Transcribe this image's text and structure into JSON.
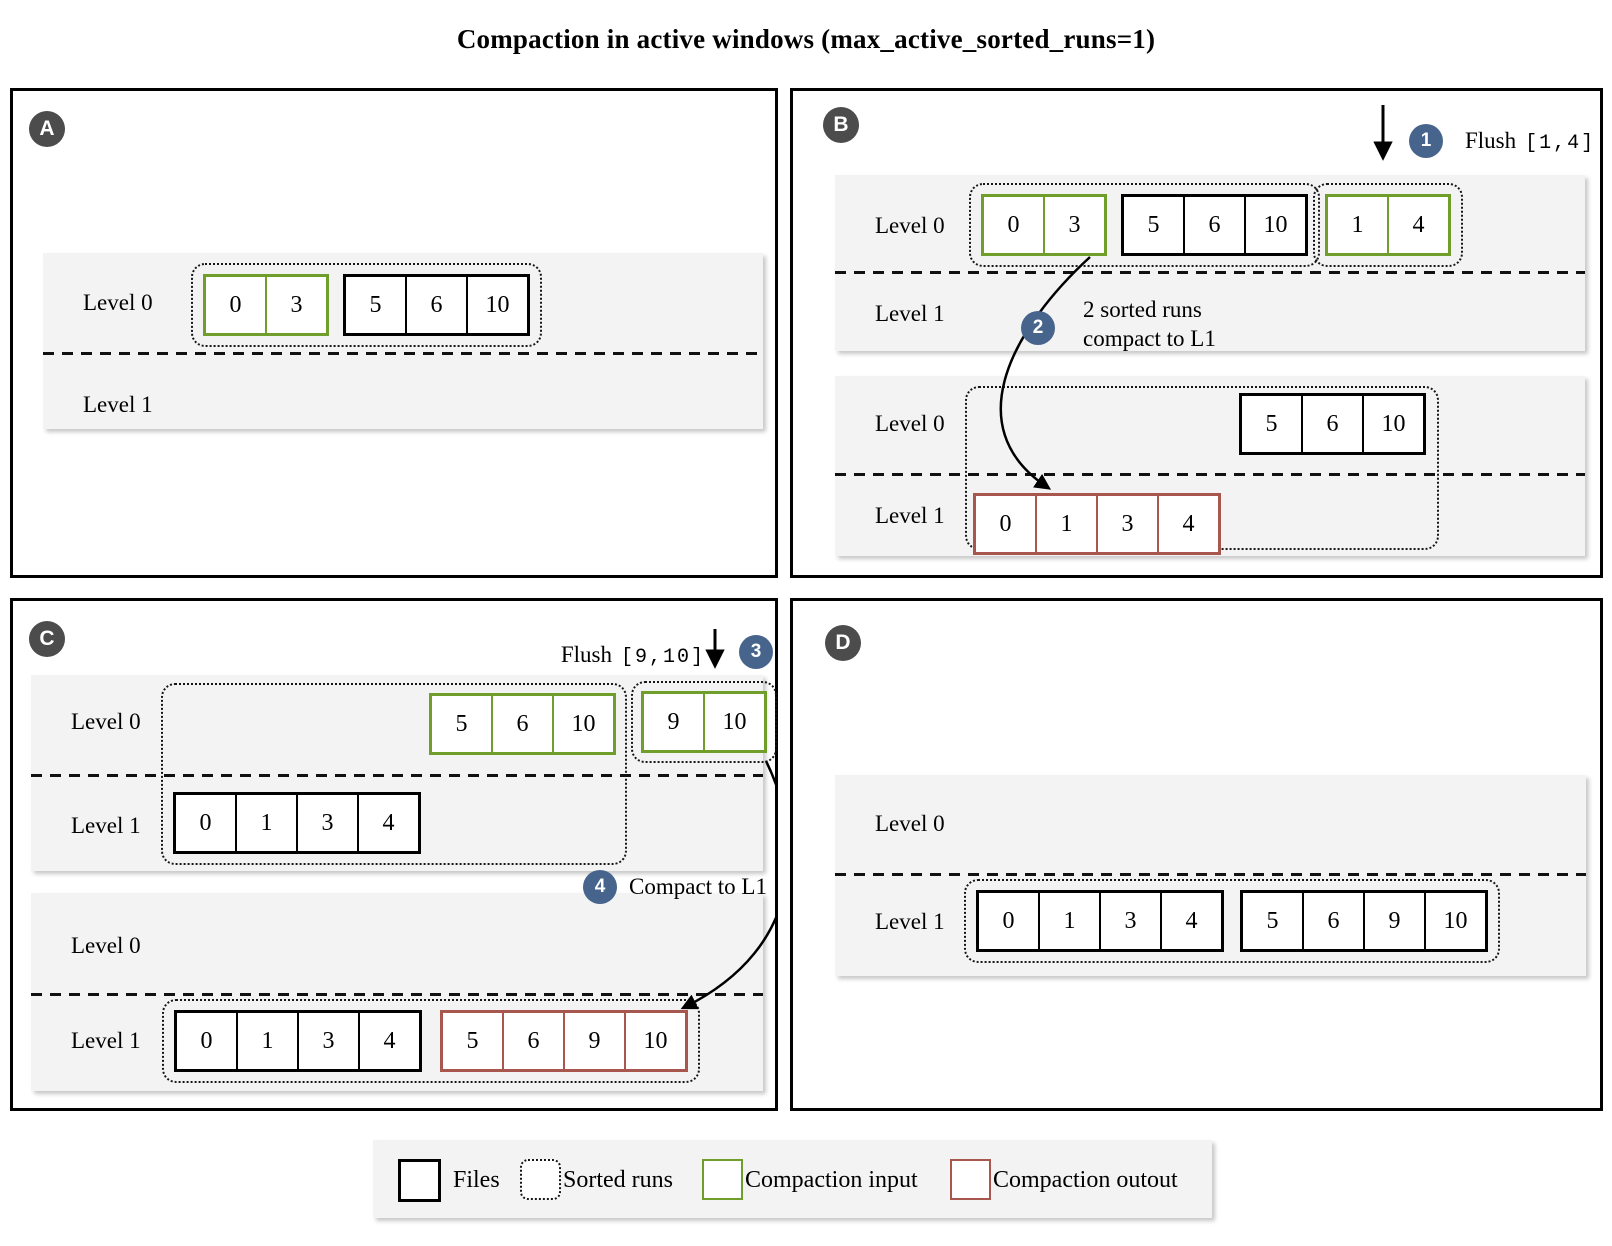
{
  "title": "Compaction in active windows (max_active_sorted_runs=1)",
  "labels": {
    "level0": "Level 0",
    "level1": "Level 1"
  },
  "colors": {
    "files_border": "#000000",
    "compaction_input_border": "#6f9e2b",
    "compaction_output_border": "#a8574f",
    "step_badge_bg": "#46648c",
    "panel_badge_bg": "#4c4c4c",
    "level_band_bg": "#f3f3f3"
  },
  "panels": {
    "a": {
      "badge": "A",
      "sorted_run": {
        "input_group": [
          "0",
          "3"
        ],
        "files_group": [
          "5",
          "6",
          "10"
        ]
      }
    },
    "b": {
      "badge": "B",
      "step1": {
        "num": "1",
        "action": "Flush",
        "range": "[1,4]"
      },
      "before": {
        "run1_input_group": [
          "0",
          "3"
        ],
        "run1_files_group": [
          "5",
          "6",
          "10"
        ],
        "run2_input_group": [
          "1",
          "4"
        ],
        "step2": {
          "num": "2",
          "line1": "2 sorted runs",
          "line2": "compact to L1"
        }
      },
      "after": {
        "level0_files": [
          "5",
          "6",
          "10"
        ],
        "level1_output": [
          "0",
          "1",
          "3",
          "4"
        ]
      }
    },
    "c": {
      "badge": "C",
      "step3": {
        "num": "3",
        "action": "Flush",
        "range": "[9,10]"
      },
      "before": {
        "level0_input": [
          "5",
          "6",
          "10"
        ],
        "flush_run_input": [
          "9",
          "10"
        ],
        "level1_files": [
          "0",
          "1",
          "3",
          "4"
        ]
      },
      "step4": {
        "num": "4",
        "text": "Compact to L1"
      },
      "after": {
        "level1_files": [
          "0",
          "1",
          "3",
          "4"
        ],
        "level1_output": [
          "5",
          "6",
          "9",
          "10"
        ]
      }
    },
    "d": {
      "badge": "D",
      "level1_run1": [
        "0",
        "1",
        "3",
        "4"
      ],
      "level1_run2": [
        "5",
        "6",
        "9",
        "10"
      ]
    }
  },
  "legend": {
    "files": "Files",
    "sorted_runs": "Sorted runs",
    "compaction_input": "Compaction input",
    "compaction_output": "Compaction outout"
  }
}
